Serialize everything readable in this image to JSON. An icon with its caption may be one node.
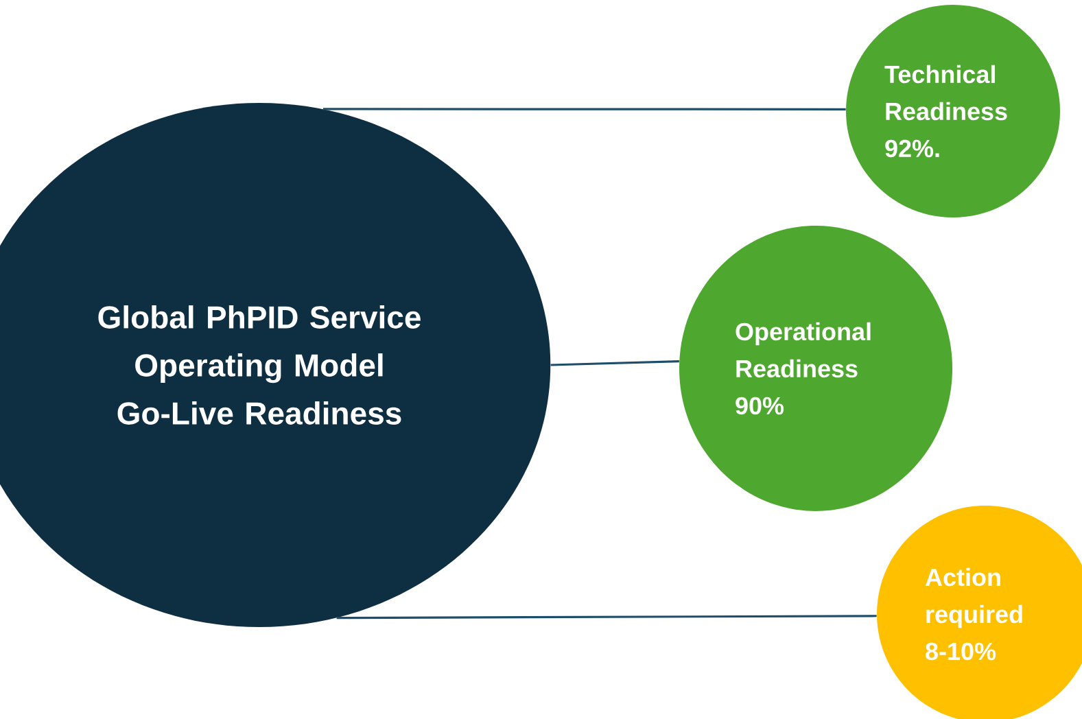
{
  "diagram": {
    "nodes": [
      {
        "text": [
          "Global PhPID Service Operating Model Go-Live Readiness"
        ]
      },
      {
        "text": [
          "Technical Readiness 92%."
        ]
      },
      {
        "text": [
          "Operational Readiness 90%"
        ]
      },
      {
        "text": [
          "Action required 8-10%"
        ]
      }
    ],
    "edges": [
      {
        "from": 0,
        "to": 1,
        "arrow": "none"
      },
      {
        "from": 0,
        "to": 2,
        "arrow": "none"
      },
      {
        "from": 0,
        "to": 3,
        "arrow": "none"
      }
    ]
  }
}
